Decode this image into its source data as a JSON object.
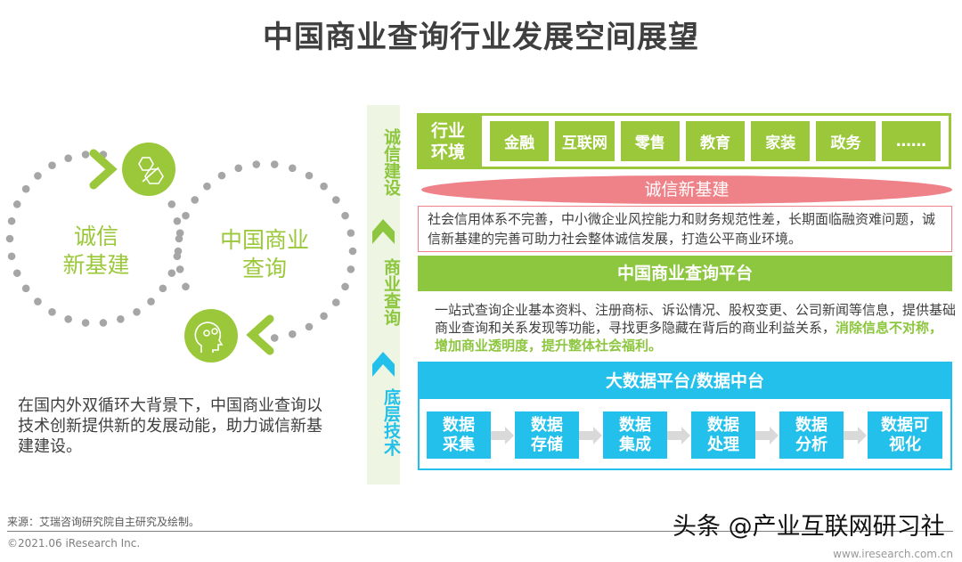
{
  "title": "中国商业查询行业发展空间展望",
  "cycle": {
    "left_label_1": "诚信",
    "left_label_2": "新基建",
    "right_label_1": "中国商业",
    "right_label_2": "查询"
  },
  "left_paragraph": "在国内外双循环大背景下，中国商业查询以技术创新提供新的发展动能，助力诚信新基建建设。",
  "side_labels": [
    "诚信建设",
    "商业查询",
    "底层技术"
  ],
  "industry": {
    "label": "行业环境",
    "items": [
      "金融",
      "互联网",
      "零售",
      "教育",
      "家装",
      "政务",
      "……"
    ]
  },
  "credit_infra": {
    "title": "诚信新基建",
    "text": "社会信用体系不完善，中小微企业风控能力和财务规范性差，长期面临融资难问题，诚信新基建的完善可助力社会整体诚信发展，打造公平商业环境。"
  },
  "platform": {
    "title": "中国商业查询平台",
    "text": "一站式查询企业基本资料、注册商标、诉讼情况、股权变更、公司新闻等信息，提供基础商业查询和关系发现等功能，寻找更多隐藏在背后的商业利益关系，",
    "highlight": "消除信息不对称，增加商业透明度，提升整体社会福利。"
  },
  "bigdata": {
    "title": "大数据平台/数据中台",
    "steps": [
      "数据采集",
      "数据存储",
      "数据集成",
      "数据处理",
      "数据分析",
      "数据可视化"
    ]
  },
  "footer": {
    "source": "来源：艾瑞咨询研究院自主研究及绘制。",
    "copyright": "©2021.06 iResearch Inc.",
    "watermark": "头条 @产业互联网研习社",
    "site": "www.iresearch.com.cn"
  },
  "colors": {
    "green": "#9bc83a",
    "pink": "#ef8289",
    "blue": "#22c0ea",
    "dots": "#a6a6a6"
  }
}
